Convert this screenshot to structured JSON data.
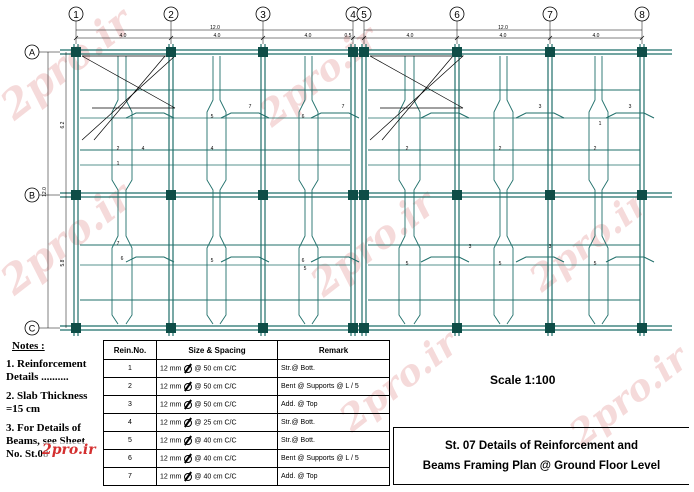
{
  "plan": {
    "column_axes": [
      "1",
      "2",
      "3",
      "4",
      "5",
      "6",
      "7",
      "8"
    ],
    "row_axes": [
      "A",
      "B",
      "C"
    ],
    "top_dims_total": [
      "12.0",
      "12.0"
    ],
    "top_dims_spans": [
      "4.0",
      "4.0",
      "4.0",
      "0.5",
      "4.0",
      "4.0",
      "4.0"
    ],
    "left_dims": [
      "6.2",
      "5.8"
    ],
    "left_total": "12.0",
    "bar_numbers": [
      "1",
      "2",
      "3",
      "4",
      "5",
      "6",
      "7"
    ],
    "colors": {
      "beam": "#1f6f6a",
      "column": "#0e4d47",
      "dim": "#000000"
    }
  },
  "notes": {
    "heading": "Notes :",
    "items": [
      "1. Reinforcement Details ..........",
      "2. Slab Thickness =15 cm",
      "3. For Details of Beams, see Sheet No. St.08"
    ]
  },
  "table": {
    "headers": [
      "Rein.No.",
      "Size & Spacing",
      "Remark"
    ],
    "rows": [
      {
        "no": "1",
        "size": "12 mm",
        "spacing": "@ 50 cm C/C",
        "remark": "Str.@ Bott."
      },
      {
        "no": "2",
        "size": "12 mm",
        "spacing": "@ 50 cm C/C",
        "remark": "Bent @ Supports @ L / 5"
      },
      {
        "no": "3",
        "size": "12 mm",
        "spacing": "@ 50 cm C/C",
        "remark": "Add. @ Top"
      },
      {
        "no": "4",
        "size": "12 mm",
        "spacing": "@ 25 cm C/C",
        "remark": "Str.@ Bott."
      },
      {
        "no": "5",
        "size": "12 mm",
        "spacing": "@ 40 cm C/C",
        "remark": "Str.@ Bott."
      },
      {
        "no": "6",
        "size": "12 mm",
        "spacing": "@ 40 cm C/C",
        "remark": "Bent @ Supports @ L / 5"
      },
      {
        "no": "7",
        "size": "12 mm",
        "spacing": "@ 40 cm C/C",
        "remark": "Add. @ Top"
      }
    ]
  },
  "scale": "Scale 1:100",
  "title": {
    "line1": "St. 07 Details of Reinforcement and",
    "line2": "Beams Framing Plan @ Ground Floor Level"
  },
  "watermark": "2pro.ir",
  "logo": "2pro.ir"
}
